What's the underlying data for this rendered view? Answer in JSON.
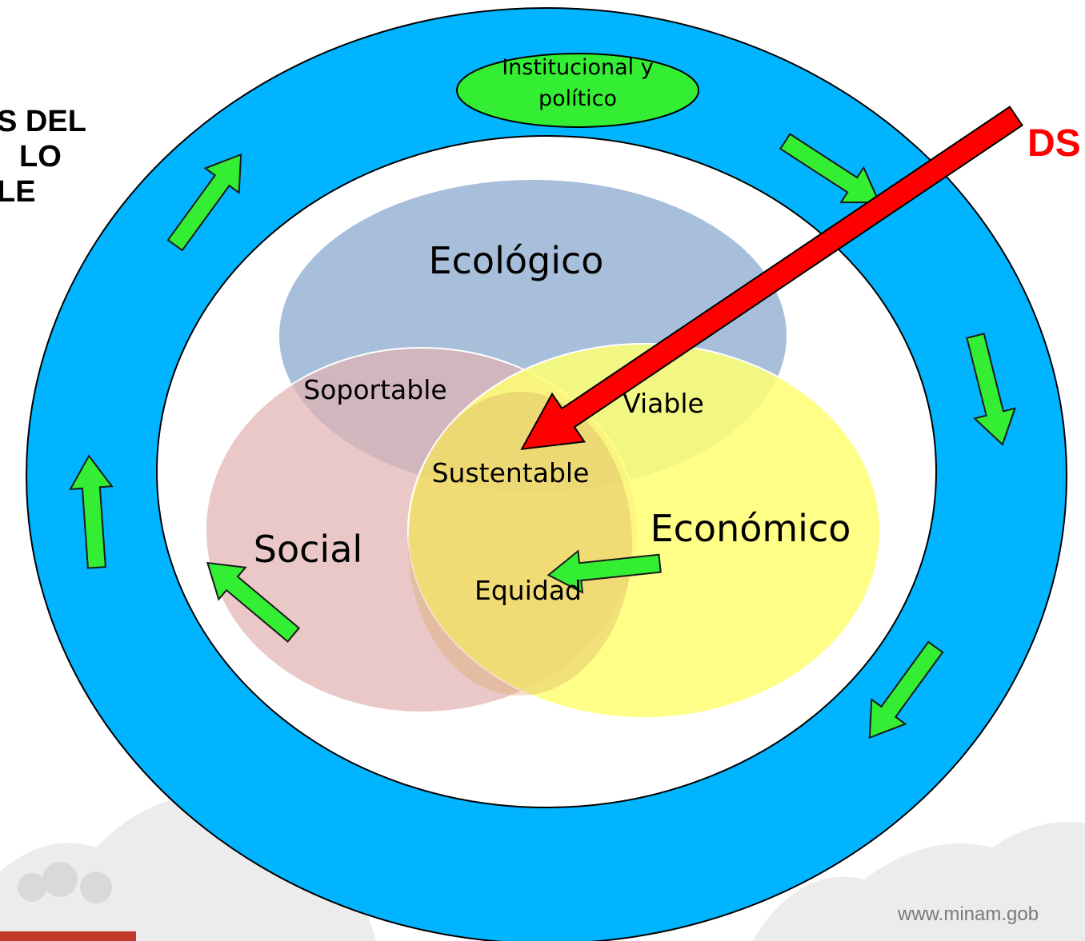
{
  "title_lines": [
    "S DEL",
    "LO",
    "LE"
  ],
  "ds_label": "DS",
  "website": "www.minam.gob",
  "outer_label": "Institucional y político",
  "outer_label_lines": [
    "Institucional y",
    "político"
  ],
  "circles": {
    "ecologico": "Ecológico",
    "social": "Social",
    "economico": "Económico"
  },
  "intersections": {
    "soportable": "Soportable",
    "viable": "Viable",
    "sustentable": "Sustentable",
    "equidad": "Equidad"
  },
  "colors": {
    "ring": "#00b4ff",
    "ecologico": "#8fadd2",
    "social": "#e2b3b3",
    "economico": "#ffff73",
    "arrows": "#33ee33",
    "pointer": "#ff0000",
    "label_ellipse": "#33ee33"
  },
  "icons": [
    "green-cycle-arrow",
    "red-pointer-arrow"
  ]
}
